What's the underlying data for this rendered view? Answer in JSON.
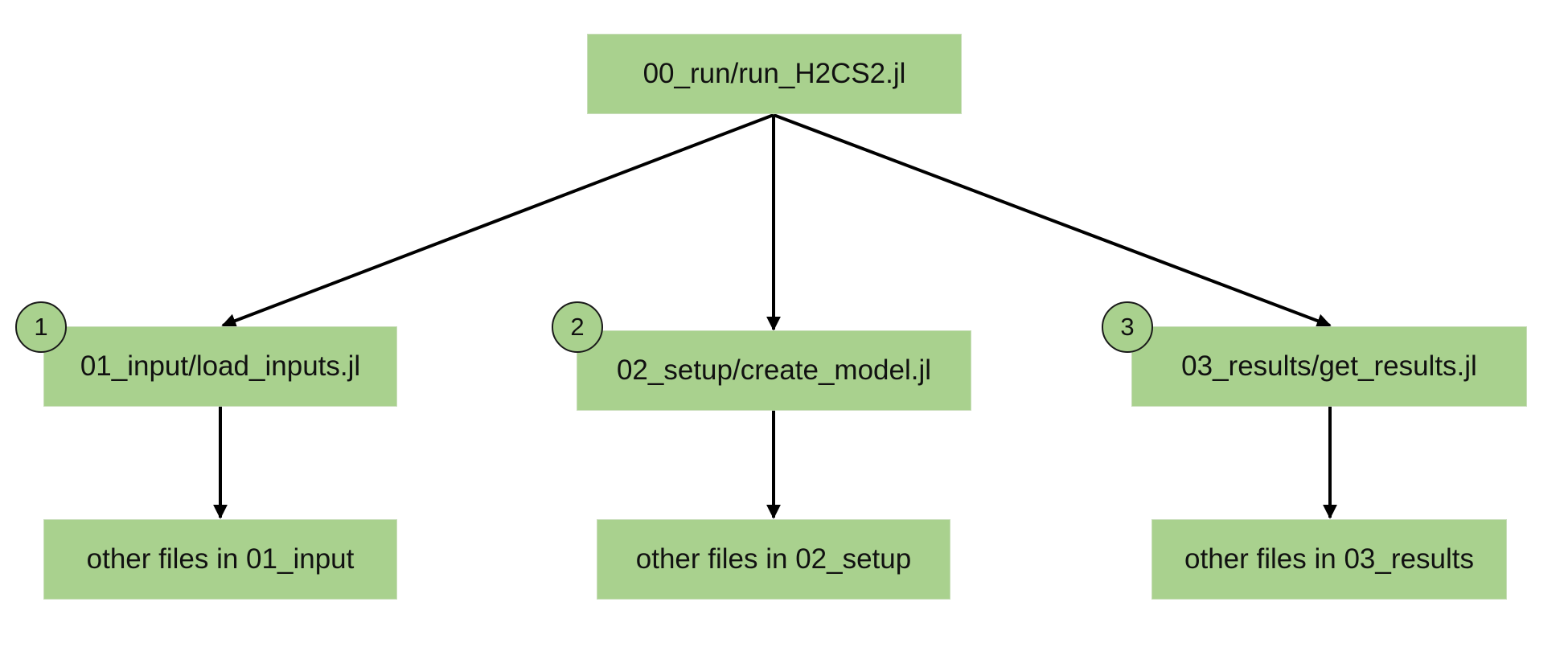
{
  "diagram": {
    "root": {
      "label": "00_run/run_H2CS2.jl"
    },
    "branches": [
      {
        "step": "1",
        "script": "01_input/load_inputs.jl",
        "other": "other files in 01_input"
      },
      {
        "step": "2",
        "script": "02_setup/create_model.jl",
        "other": "other files in 02_setup"
      },
      {
        "step": "3",
        "script": "03_results/get_results.jl",
        "other": "other files in 03_results"
      }
    ]
  },
  "colors": {
    "node_fill": "#a9d18e",
    "edge": "#000000"
  }
}
